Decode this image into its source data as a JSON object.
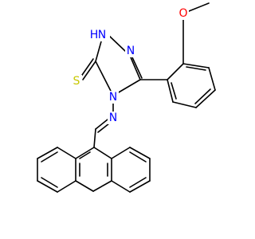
{
  "structure": {
    "atom_labels": {
      "nh": "H",
      "n_ring": "N",
      "n4": "N",
      "n_imine": "N",
      "s": "S",
      "o": "O"
    },
    "colors": {
      "bond": "#000000",
      "carbon_label": "#000000",
      "nitrogen": "#0000ff",
      "sulfur": "#c8c800",
      "oxygen": "#ff0000",
      "background": "#ffffff"
    }
  }
}
